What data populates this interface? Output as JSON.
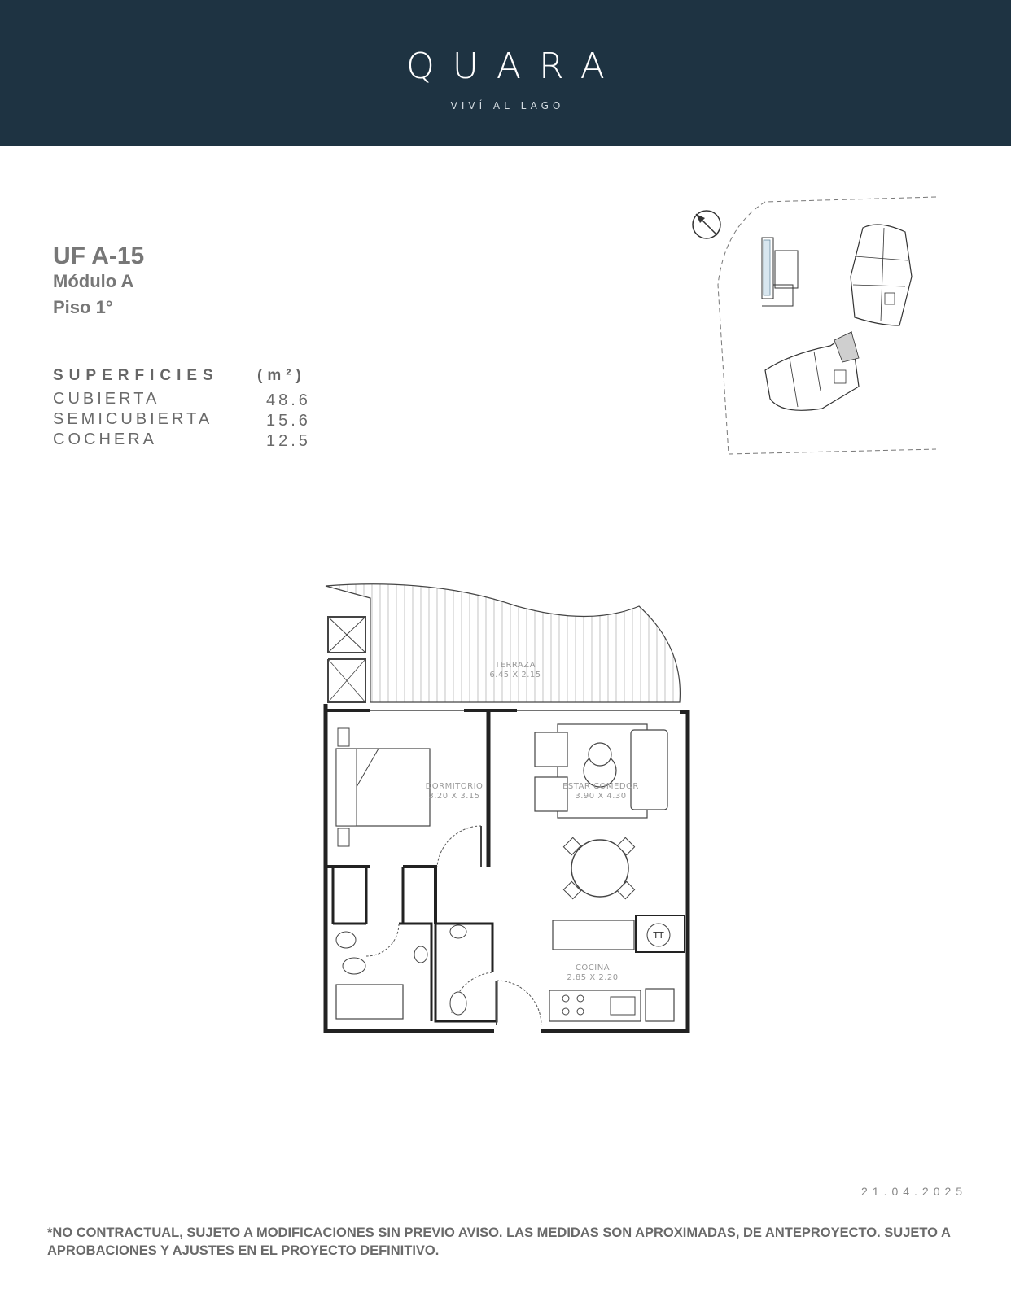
{
  "header": {
    "brand": "QUARA",
    "tagline": "VIVÍ AL LAGO",
    "background_color": "#1e3342"
  },
  "unit": {
    "title": "UF A-15",
    "module": "Módulo A",
    "floor": "Piso 1°"
  },
  "surfaces": {
    "heading": "SUPERFICIES",
    "unit": "(m²)",
    "rows": [
      {
        "label": "CUBIERTA",
        "value": "48.6"
      },
      {
        "label": "SEMICUBIERTA",
        "value": "15.6"
      },
      {
        "label": "COCHERA",
        "value": "12.5"
      }
    ]
  },
  "floorplan": {
    "rooms": [
      {
        "name": "TERRAZA",
        "dims": "6.45 X 2.15"
      },
      {
        "name": "DORMITORIO",
        "dims": "3.20 X 3.15"
      },
      {
        "name": "ESTAR COMEDOR",
        "dims": "3.90 X 4.30"
      },
      {
        "name": "COCINA",
        "dims": "2.85 X 2.20"
      }
    ],
    "tt_label": "TT"
  },
  "date": "21.04.2025",
  "disclaimer": "*NO CONTRACTUAL, SUJETO A MODIFICACIONES SIN PREVIO AVISO. LAS MEDIDAS SON APROXIMADAS, DE ANTEPROYECTO. SUJETO A APROBACIONES Y AJUSTES EN EL PROYECTO DEFINITIVO."
}
